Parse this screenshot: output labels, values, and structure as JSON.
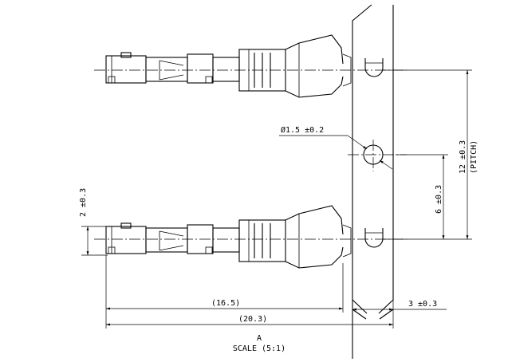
{
  "dimensions": {
    "hole_diameter": "Ø1.5 ±0.2",
    "offset_height": "2 ±0.3",
    "half_pitch": "6 ±0.3",
    "pitch_value": "12 ±0.3",
    "pitch_label": "(PITCH)",
    "crimp_length": "(16.5)",
    "overall_length": "(20.3)",
    "carrier_width": "3 ±0.3"
  },
  "view": {
    "name": "A",
    "scale": "SCALE (5:1)"
  }
}
